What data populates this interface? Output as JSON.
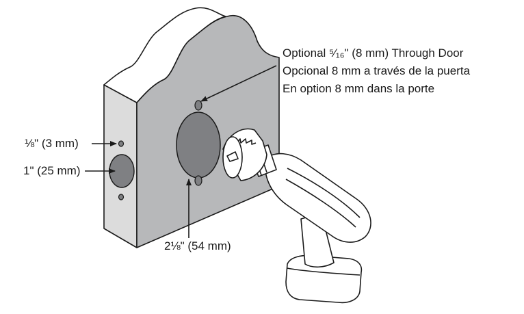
{
  "labels": {
    "optional_hole_en": "Optional ⁵⁄₁₆\" (8 mm) Through Door",
    "optional_hole_es": "Opcional 8 mm a través de la puerta",
    "optional_hole_fr": "En option 8 mm dans la porte",
    "edge_small_hole": "⅛\"  (3 mm)",
    "edge_bore": "1\" (25 mm)",
    "face_bore": "2⅛\" (54 mm)"
  },
  "colors": {
    "door_face": "#b7b8ba",
    "door_edge": "#dcdcdc",
    "hole_fill": "#7f8083",
    "line": "#1a1a1a",
    "tool_fill": "#ffffff"
  }
}
